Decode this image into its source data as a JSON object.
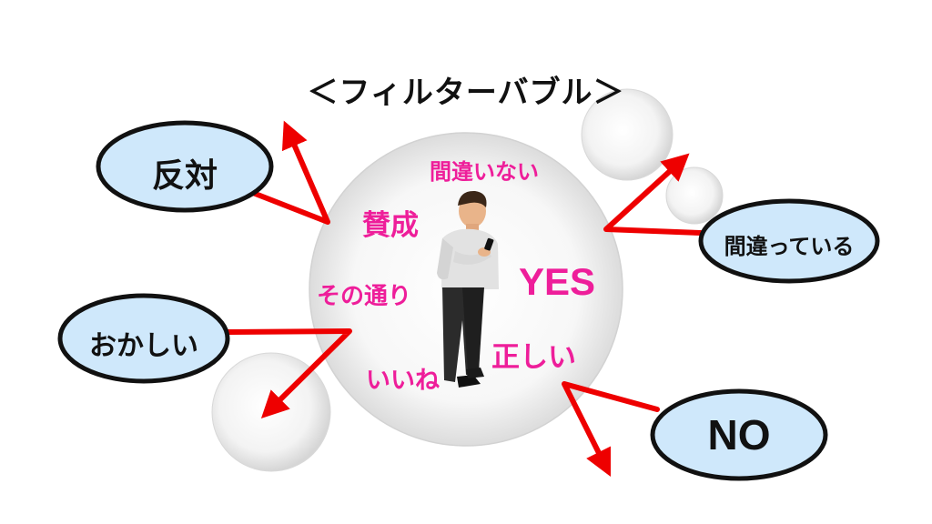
{
  "title": "＜フィルターバブル＞",
  "inside_words": {
    "machigai_nai": "間違いない",
    "sansei": "賛成",
    "sono_toori": "その通り",
    "yes": "YES",
    "iine": "いいね",
    "tadashii": "正しい"
  },
  "outside_labels": {
    "hantai": "反対",
    "okashii": "おかしい",
    "machigatte_iru": "間違っている",
    "no": "NO"
  },
  "colors": {
    "inside_text": "#ee1e9a",
    "arrow": "#ee0000",
    "oval_fill": "#cfe8fb",
    "oval_stroke": "#111111",
    "bubble": "#ececec"
  },
  "icons": {
    "person": "person-looking-at-smartphone-icon",
    "arrow": "red-arrow"
  }
}
